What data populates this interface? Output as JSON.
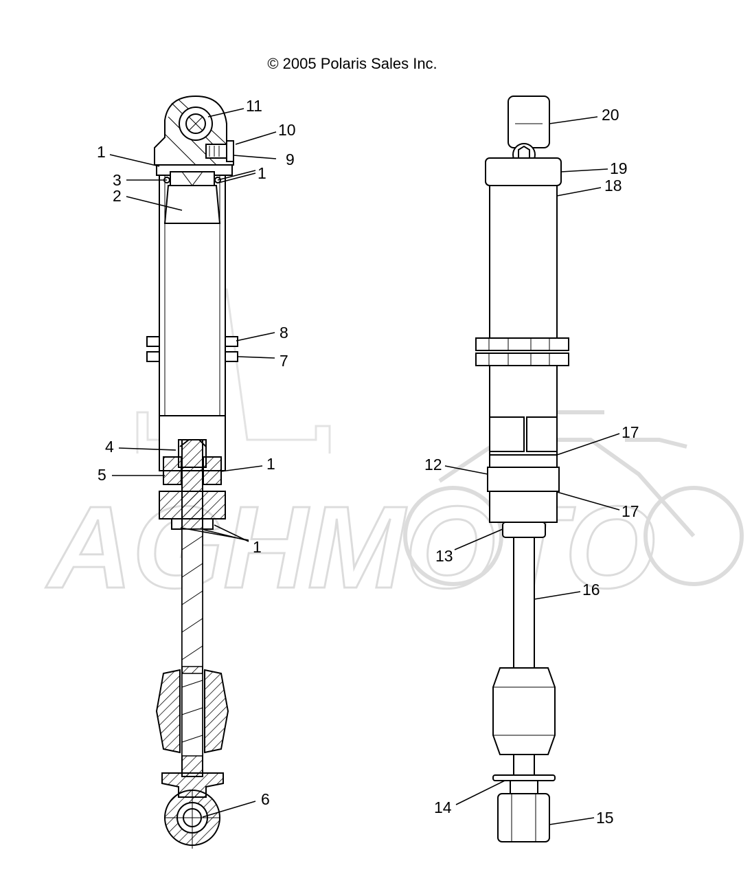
{
  "copyright": "© 2005 Polaris Sales Inc.",
  "watermark": "AGHMOTO",
  "callouts": [
    {
      "id": "c1a",
      "text": "1"
    },
    {
      "id": "c2",
      "text": "2"
    },
    {
      "id": "c3",
      "text": "3"
    },
    {
      "id": "c1b",
      "text": "1"
    },
    {
      "id": "c11",
      "text": "11"
    },
    {
      "id": "c10",
      "text": "10"
    },
    {
      "id": "c9",
      "text": "9"
    },
    {
      "id": "c8",
      "text": "8"
    },
    {
      "id": "c7",
      "text": "7"
    },
    {
      "id": "c4",
      "text": "4"
    },
    {
      "id": "c5",
      "text": "5"
    },
    {
      "id": "c1c",
      "text": "1"
    },
    {
      "id": "c1d",
      "text": "1"
    },
    {
      "id": "c6",
      "text": "6"
    },
    {
      "id": "c20",
      "text": "20"
    },
    {
      "id": "c19",
      "text": "19"
    },
    {
      "id": "c18",
      "text": "18"
    },
    {
      "id": "c17a",
      "text": "17"
    },
    {
      "id": "c12",
      "text": "12"
    },
    {
      "id": "c17b",
      "text": "17"
    },
    {
      "id": "c13",
      "text": "13"
    },
    {
      "id": "c16",
      "text": "16"
    },
    {
      "id": "c14",
      "text": "14"
    },
    {
      "id": "c15",
      "text": "15"
    }
  ]
}
